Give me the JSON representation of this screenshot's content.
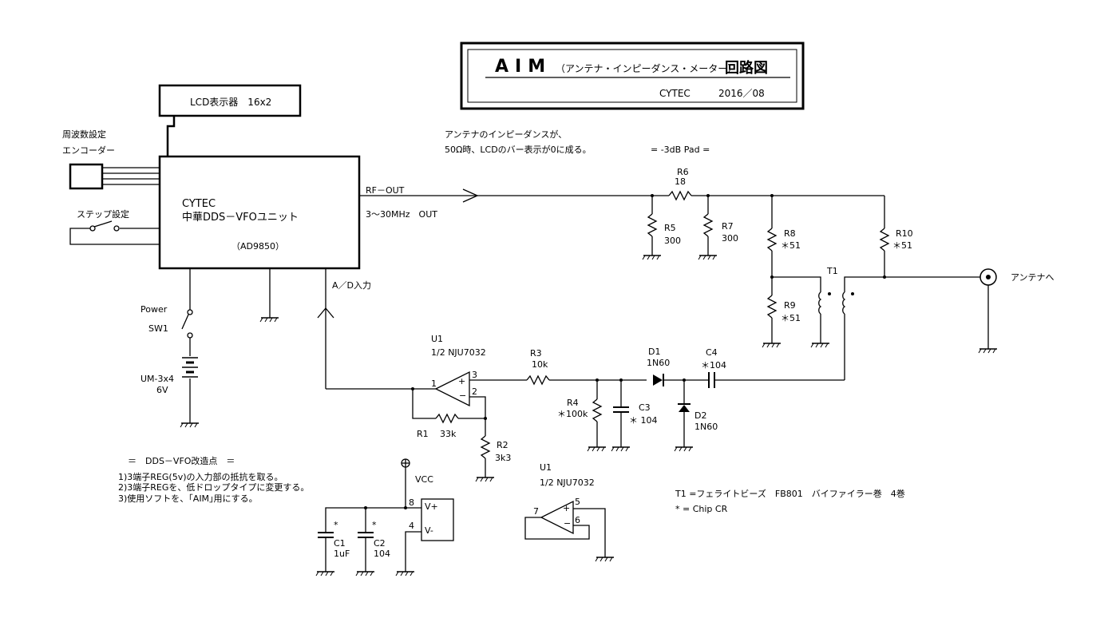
{
  "title": {
    "aim": "AIM",
    "subtitle": "（アンテナ・インピーダンス・メーター）",
    "diagram": "回路図",
    "maker": "CYTEC",
    "date": "2016／08"
  },
  "blocks": {
    "lcd": "LCD表示器　16x2",
    "vfo_line1": "CYTEC",
    "vfo_line2": "中華DDS－VFOユニット",
    "vfo_line3": "（AD9850）"
  },
  "labels": {
    "freq_set": "周波数設定",
    "encoder": "エンコーダー",
    "step_set": "ステップ設定",
    "power": "Power",
    "sw1": "SW1",
    "battery": "UM-3x4",
    "battery_v": "6V",
    "rf_out": "RF－OUT",
    "rf_range": "3～30MHz　OUT",
    "ad_in": "A／D入力",
    "note1": "アンテナのインピーダンスが、",
    "note2": "50Ω時、LCDのバー表示が0に成る。",
    "pad": "= -3dB Pad =",
    "antenna": "アンテナへ",
    "t1_note": "T1 =フェライトビーズ　FB801　バイファイラー巻　4巻",
    "chip_note": "* = Chip CR",
    "mod_title": "＝　DDS－VFO改造点　＝",
    "mod1": "1)3端子REG(5v)の入力部の抵抗を取る。",
    "mod2": "2)3端子REGを、低ドロップタイプに変更する。",
    "mod3": "3)使用ソフトを、｢AIM｣用にする。",
    "vcc": "VCC"
  },
  "components": {
    "r6": "R6",
    "r6v": "18",
    "r5": "R5",
    "r5v": "300",
    "r7": "R7",
    "r7v": "300",
    "r8": "R8",
    "r8v": "＊51",
    "r9": "R9",
    "r9v": "＊51",
    "r10": "R10",
    "r10v": "＊51",
    "t1": "T1",
    "u1a": "U1",
    "u1av": "1/2 NJU7032",
    "u1b": "U1",
    "u1bv": "1/2 NJU7032",
    "r3": "R3",
    "r3v": "10k",
    "r4": "R4",
    "r4v": "＊100k",
    "c3": "C3",
    "c3v": "＊ 104",
    "d1": "D1",
    "d1v": "1N60",
    "d2": "D2",
    "d2v": "1N60",
    "c4": "C4",
    "c4v": "＊104",
    "r1": "R1",
    "r1v": "33k",
    "r2": "R2",
    "r2v": "3k3",
    "c1": "C1",
    "c1v": "1uF",
    "c2": "C2",
    "c2v": "104",
    "star": "*",
    "pin1": "1",
    "pin2": "2",
    "pin3": "3",
    "pin4": "4",
    "pin5": "5",
    "pin6": "6",
    "pin7": "7",
    "pin8": "8",
    "plus": "+",
    "minus": "−",
    "vplus": "V+",
    "vminus": "V-"
  }
}
